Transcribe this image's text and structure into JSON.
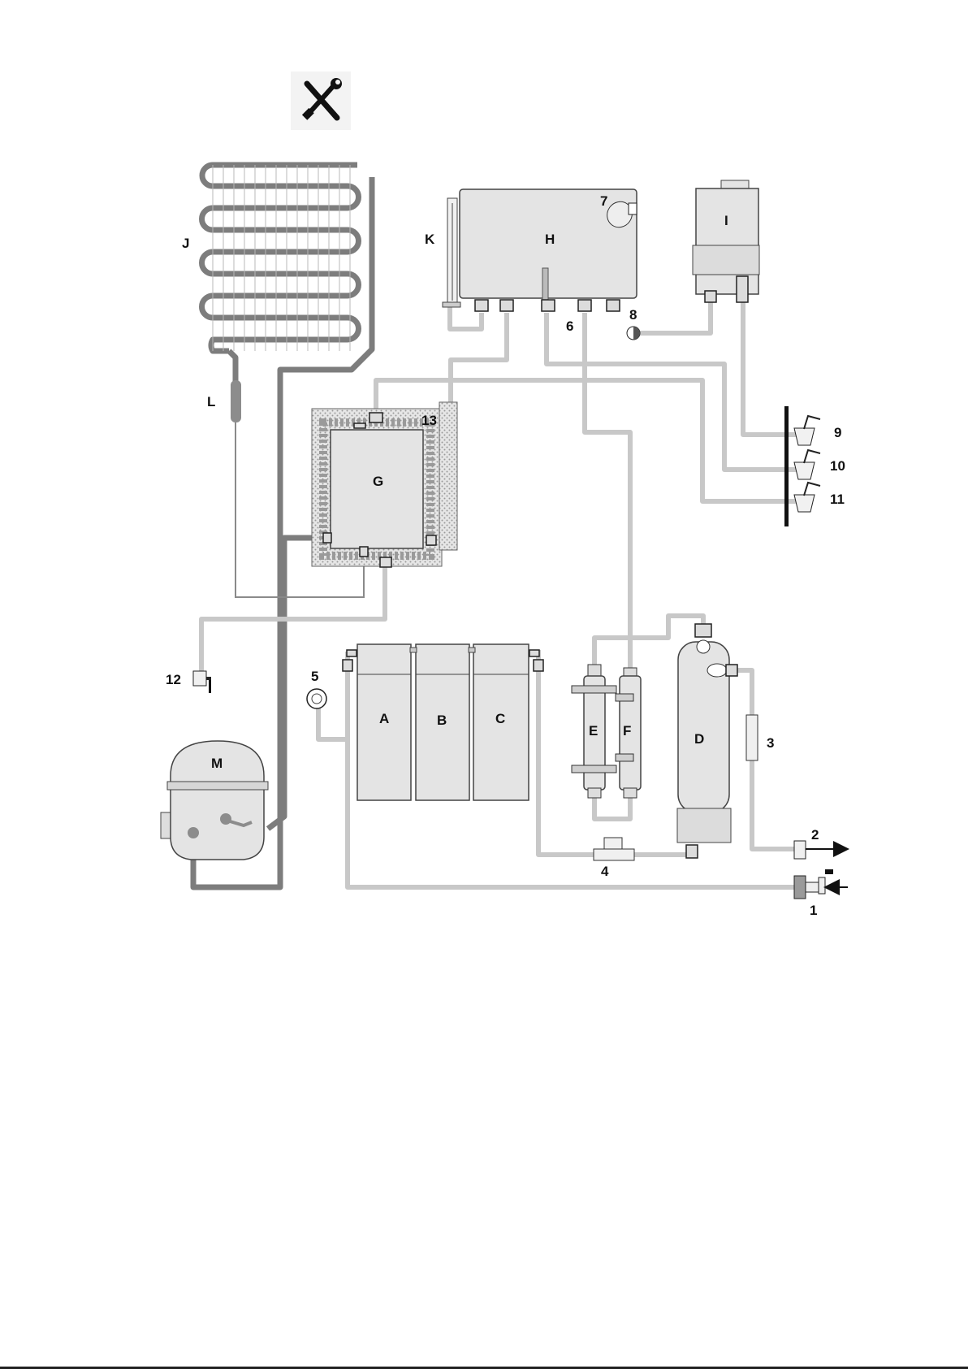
{
  "tools_icon": "wrench-screwdriver-icon",
  "labels": {
    "A": "A",
    "B": "B",
    "C": "C",
    "D": "D",
    "E": "E",
    "F": "F",
    "G": "G",
    "H": "H",
    "I": "I",
    "J": "J",
    "K": "K",
    "L": "L",
    "M": "M",
    "n1": "1",
    "n2": "2",
    "n3": "3",
    "n4": "4",
    "n5": "5",
    "n6": "6",
    "n7": "7",
    "n8": "8",
    "n9": "9",
    "n10": "10",
    "n11": "11",
    "n12": "12",
    "n13": "13"
  },
  "colors": {
    "water_pipe": "#c8c8c8",
    "refrigerant_pipe": "#7d7d7d",
    "component_fill": "#e4e4e4",
    "insulation": "#d6d6d6"
  }
}
